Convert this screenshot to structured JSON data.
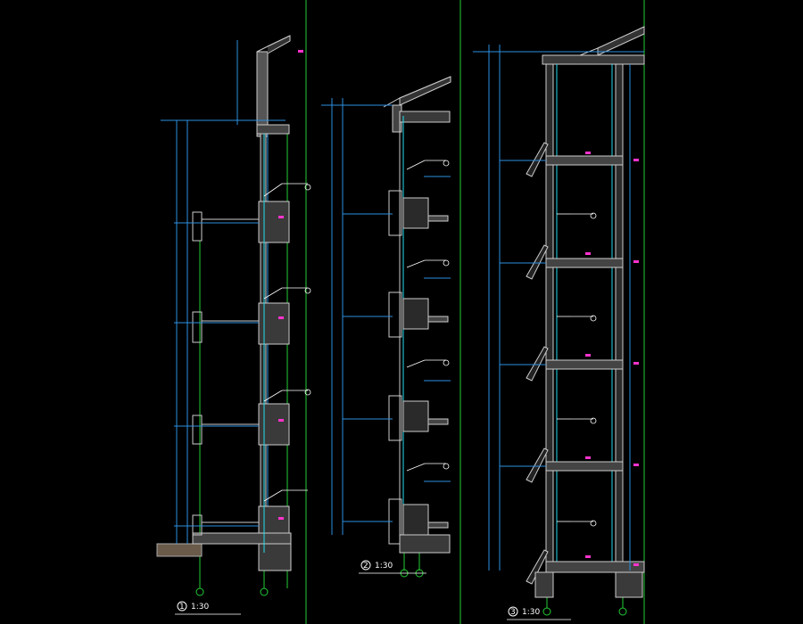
{
  "colors": {
    "background": "#000000",
    "axis": "#22cc33",
    "dimension": "#2d8fe0",
    "wall": "#cccccc",
    "hatch": "#9a9a9a",
    "annotation": "#ffffff",
    "highlight": "#ff33cc",
    "slab": "#b0b0b0"
  },
  "sections": [
    {
      "id": "1",
      "scale": "1:30"
    },
    {
      "id": "2",
      "scale": "1:30"
    },
    {
      "id": "3",
      "scale": "1:30"
    }
  ]
}
